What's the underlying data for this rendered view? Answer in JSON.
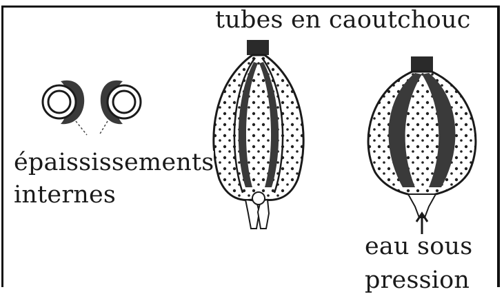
{
  "labels": {
    "top": "tubes en caoutchouc",
    "left_line1": "épaississements",
    "left_line2": "internes",
    "bottom_line1": "eau sous",
    "bottom_line2": "pression"
  },
  "colors": {
    "ink": "#1a1a1a",
    "thickening_fill": "#3a3a3a",
    "background": "#ffffff"
  }
}
